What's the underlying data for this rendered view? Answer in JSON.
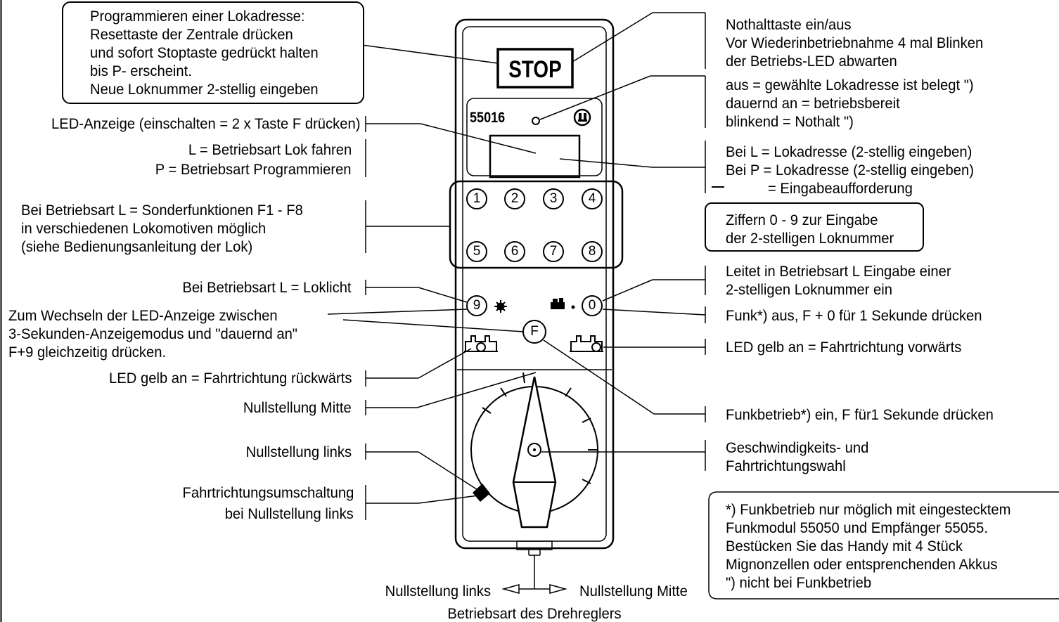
{
  "left": {
    "program": [
      "Programmieren einer Lokadresse:",
      "Resettaste der Zentrale drücken",
      "und sofort Stoptaste gedrückt halten",
      "bis P- erscheint.",
      "Neue Loknummer 2-stellig eingeben"
    ],
    "led_display": "LED-Anzeige (einschalten = 2 x Taste F drücken)",
    "mode_l": "L = Betriebsart Lok fahren",
    "mode_p": "P = Betriebsart Programmieren",
    "special_functions": [
      "Bei Betriebsart L = Sonderfunktionen F1 - F8",
      "in verschiedenen Lokomotiven möglich",
      "(siehe Bedienungsanleitung der Lok)"
    ],
    "loklicht": "Bei Betriebsart L = Loklicht",
    "switch_led": [
      "Zum Wechseln der  LED-Anzeige zwischen",
      "3-Sekunden-Anzeigemodus und \"dauernd an\"",
      "F+9 gleichzeitig drücken."
    ],
    "reverse": "LED gelb an = Fahrtrichtung rückwärts",
    "null_middle": "Nullstellung Mitte",
    "null_left": "Nullstellung links",
    "direction_switch": [
      "Fahrtrichtungsumschaltung",
      "bei Nullstellung links"
    ]
  },
  "right": {
    "emergency": [
      "Nothalttaste ein/aus",
      "Vor Wiederinbetriebnahme 4 mal Blinken",
      "der Betriebs-LED abwarten"
    ],
    "led_status": [
      "aus = gewählte Lokadresse ist belegt  \")",
      "dauernd an = betriebsbereit",
      "blinkend = Nothalt  \")"
    ],
    "address": [
      "Bei L = Lokadresse (2-stellig eingeben)",
      "Bei P = Lokadresse (2-stellig eingeben)",
      "= Eingabeaufforderung"
    ],
    "digits": [
      "Ziffern 0 - 9 zur Eingabe",
      "der 2-stelligen Loknummer"
    ],
    "enter_number": [
      "Leitet in Betriebsart L  Eingabe einer",
      "2-stelligen Loknummer ein"
    ],
    "funk_off": "Funk*) aus, F + 0 für 1 Sekunde drücken",
    "forward": "LED gelb an = Fahrtrichtung vorwärts",
    "funk_on": "Funkbetrieb*) ein, F für1 Sekunde drücken",
    "speed": [
      "Geschwindigkeits- und",
      "Fahrtrichtungswahl"
    ],
    "note": [
      "*) Funkbetrieb nur möglich mit eingestecktem",
      "Funkmodul 55050 und Empfänger 55055.",
      "Bestücken Sie das Handy mit 4  Stück",
      "Mignonzellen oder entsprenchenden Akkus",
      "\")  nicht bei Funkbetrieb"
    ]
  },
  "bottom": {
    "null_left": "Nullstellung links",
    "null_middle": "Nullstellung Mitte",
    "mode": "Betriebsart des Drehreglers"
  },
  "device": {
    "stop_label": "STOP",
    "model": "55016",
    "keys_top": [
      "1",
      "2",
      "3",
      "4"
    ],
    "keys_bottom": [
      "5",
      "6",
      "7",
      "8"
    ],
    "key_9": "9",
    "key_0": "0",
    "key_f": "F"
  }
}
